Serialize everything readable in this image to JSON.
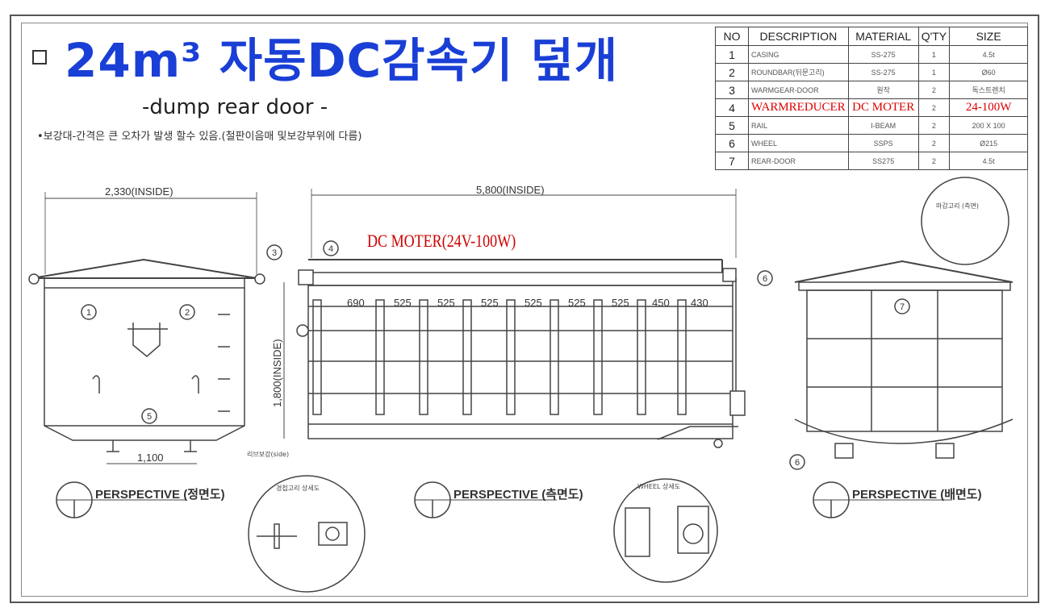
{
  "title": "24m³ 자동DC감속기 덮개",
  "subtitle": "-dump rear door -",
  "note": "•보강대-간격은 큰 오차가 발생 할수 있음.(철판이음매 및보강부위에 다름)",
  "motor_label": "DC MOTER(24V-100W)",
  "bom": {
    "headers": [
      "NO",
      "DESCRIPTION",
      "MATERIAL",
      "Q'TY",
      "SIZE"
    ],
    "rows": [
      {
        "no": "1",
        "desc": "CASING",
        "mat": "SS-275",
        "qty": "1",
        "size": "4.5t"
      },
      {
        "no": "2",
        "desc": "ROUNDBAR(뒤문고리)",
        "mat": "SS-275",
        "qty": "1",
        "size": "Ø60"
      },
      {
        "no": "3",
        "desc": "WARMGEAR-DOOR",
        "mat": "원작",
        "qty": "2",
        "size": "독스트렌치"
      },
      {
        "no": "4",
        "desc": "WARMREDUCER",
        "mat": "DC MOTER",
        "qty": "2",
        "size": "24-100W"
      },
      {
        "no": "5",
        "desc": "RAIL",
        "mat": "I-BEAM",
        "qty": "2",
        "size": "200 X 100"
      },
      {
        "no": "6",
        "desc": "WHEEL",
        "mat": "SSPS",
        "qty": "2",
        "size": "Ø215"
      },
      {
        "no": "7",
        "desc": "REAR-DOOR",
        "mat": "SS275",
        "qty": "2",
        "size": "4.5t"
      }
    ]
  },
  "dimensions": {
    "front_width": "2,330(INSIDE)",
    "front_bottom": "1,100",
    "side_length": "5,800(INSIDE)",
    "side_height": "1,800(INSIDE)",
    "spacings": [
      "690",
      "525",
      "525",
      "525",
      "525",
      "525",
      "525",
      "450",
      "430"
    ]
  },
  "balloons": [
    "1",
    "2",
    "3",
    "4",
    "5",
    "6",
    "7"
  ],
  "perspective": {
    "front": "PERSPECTIVE (정면도)",
    "side": "PERSPECTIVE (측면도)",
    "rear": "PERSPECTIVE (배면도)"
  },
  "details": {
    "hinge_detail": "경첩고리 상세도",
    "wheel_detail": "WHEEL 상세도",
    "small_note": "리브보강(side)",
    "top_note": "마감고리 (측면)"
  }
}
